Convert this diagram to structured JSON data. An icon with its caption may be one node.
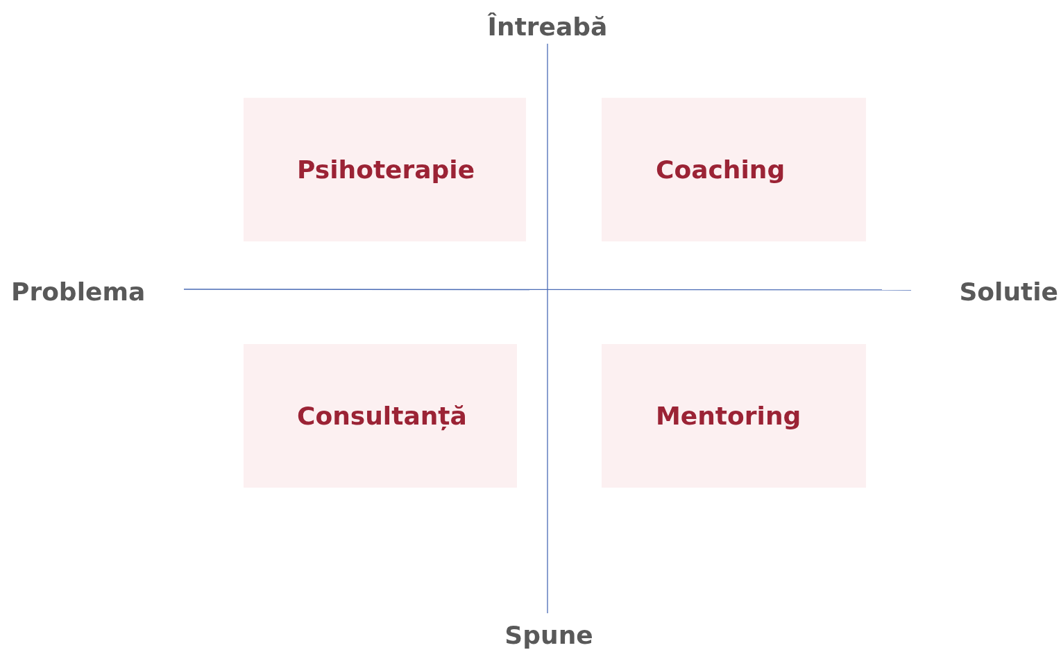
{
  "diagram": {
    "nodes": [
      {
        "text": [
          "Psihoterapie"
        ]
      },
      {
        "text": [
          "Coaching"
        ]
      },
      {
        "text": [
          "Consultanță"
        ]
      },
      {
        "text": [
          "Mentoring"
        ]
      }
    ],
    "labels": [
      "Întreabă",
      "Problema",
      "Solutie",
      "Spune"
    ]
  }
}
